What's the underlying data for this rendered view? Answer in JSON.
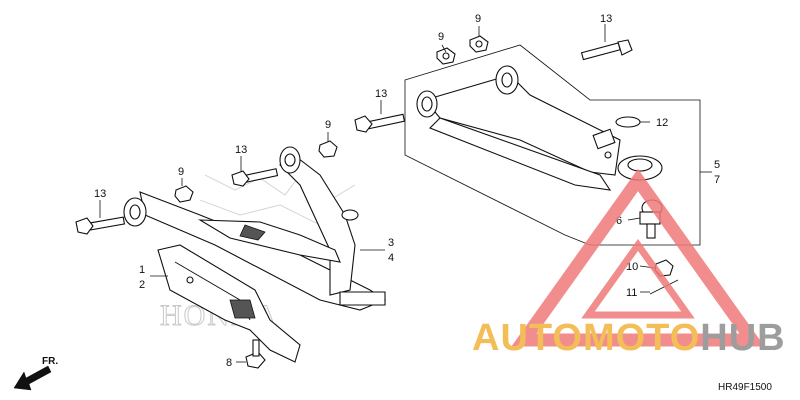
{
  "diagram_code": "HR49F1500",
  "direction_label": "FR.",
  "brand_watermark": "HONDA",
  "watermark_logo": {
    "part1": "AUTO",
    "part2": "MOTO",
    "part3": "HUB",
    "colors": {
      "auto": "#f2b23a",
      "moto": "#f2b23a",
      "hub": "#8c8c8c",
      "triangle": "#f07a7a"
    }
  },
  "callouts": {
    "c9_top_left": "9",
    "c9_top_right": "9",
    "c13_top": "13",
    "c13_mid": "13",
    "c9_mid": "9",
    "c13_left_upper": "13",
    "c9_left": "9",
    "c13_left": "13",
    "c12": "12",
    "c5": "5",
    "c7": "7",
    "c6": "6",
    "c3": "3",
    "c4": "4",
    "c1": "1",
    "c2": "2",
    "c10": "10",
    "c11": "11",
    "c8": "8"
  }
}
